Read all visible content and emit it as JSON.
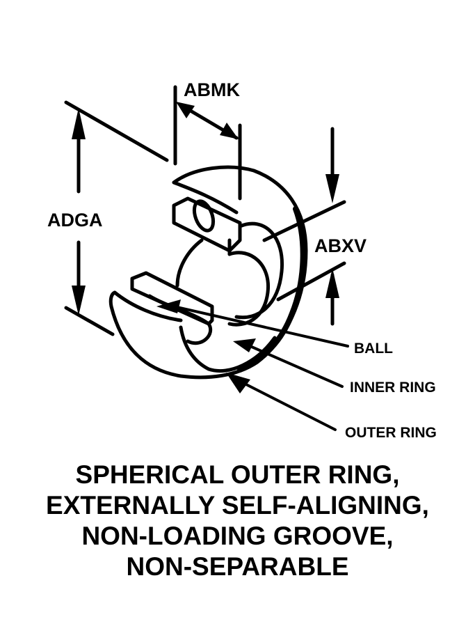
{
  "dimensions": {
    "abmk": "ABMK",
    "adga": "ADGA",
    "abxv": "ABXV"
  },
  "parts": {
    "ball": "BALL",
    "inner_ring": "INNER RING",
    "outer_ring": "OUTER RING"
  },
  "caption": {
    "lines": [
      "SPHERICAL OUTER RING,",
      "EXTERNALLY SELF-ALIGNING,",
      "NON-LOADING GROOVE,",
      "NON-SEPARABLE"
    ]
  },
  "colors": {
    "ink": "#000000",
    "paper": "#ffffff"
  }
}
